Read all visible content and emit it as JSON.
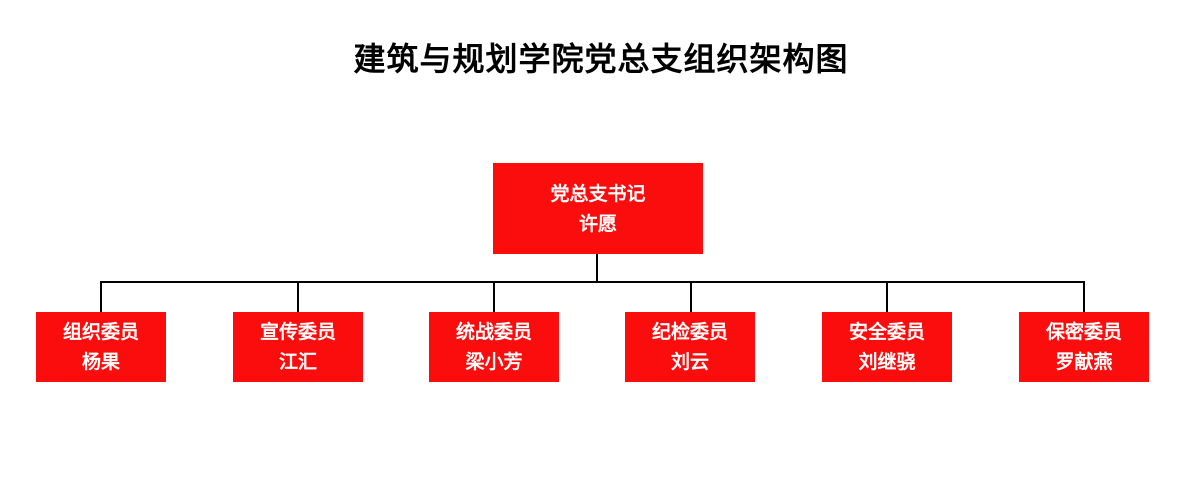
{
  "title": "建筑与规划学院党总支组织架构图",
  "colors": {
    "node_fill": "#fc0d0d",
    "node_text": "#ffffff",
    "connector_line": "#000000",
    "title_text": "#000000",
    "background": "#ffffff"
  },
  "root": {
    "role": "党总支书记",
    "name": "许愿"
  },
  "members": [
    {
      "role": "组织委员",
      "name": "杨果"
    },
    {
      "role": "宣传委员",
      "name": "江汇"
    },
    {
      "role": "统战委员",
      "name": "梁小芳"
    },
    {
      "role": "纪检委员",
      "name": "刘云"
    },
    {
      "role": "安全委员",
      "name": "刘继骁"
    },
    {
      "role": "保密委员",
      "name": "罗献燕"
    }
  ]
}
